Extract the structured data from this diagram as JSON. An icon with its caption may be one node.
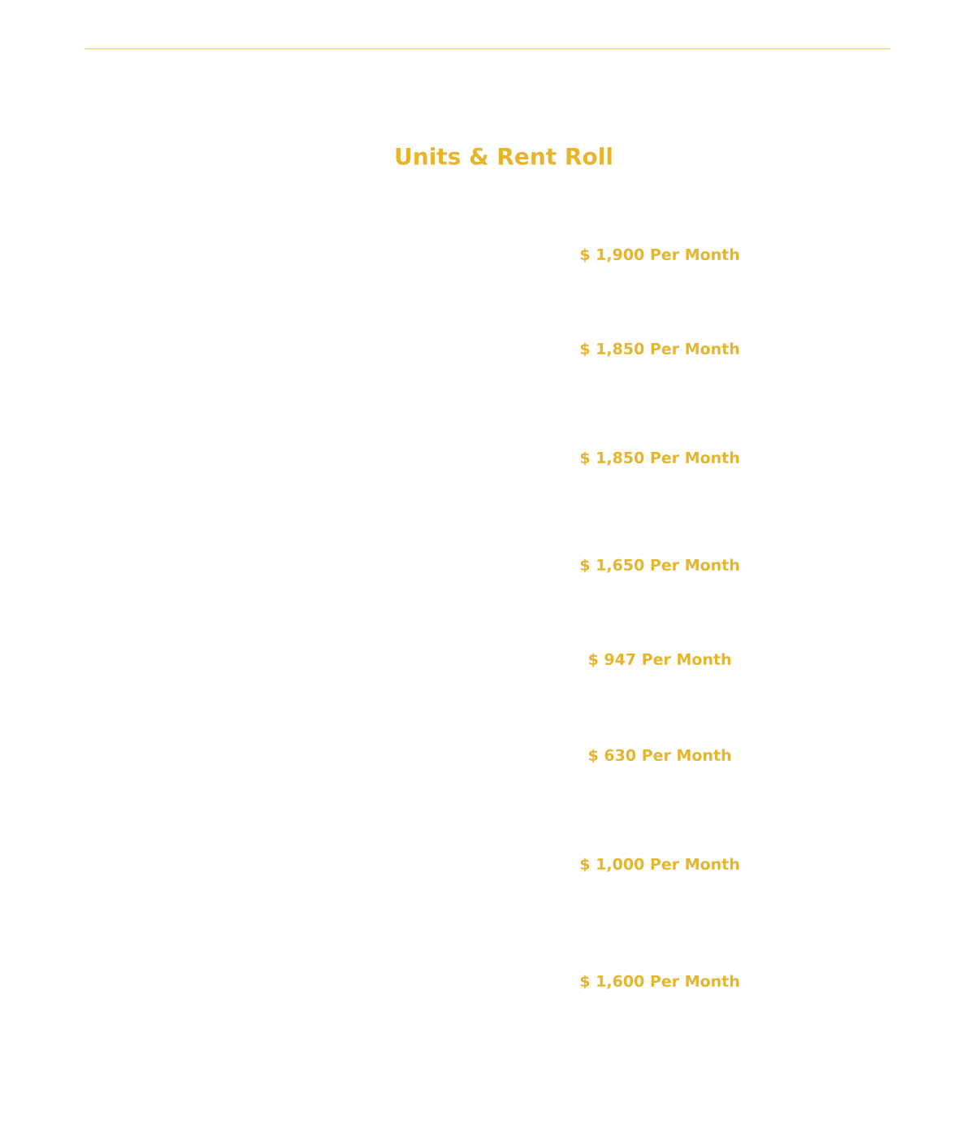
{
  "diagram": {
    "title": "Units & Rent Roll",
    "labels": [
      "$ 1,900 Per Month",
      "$ 1,850 Per Month",
      "$ 1,850 Per Month",
      "$ 1,650 Per Month",
      "$ 947 Per Month",
      "$ 630 Per Month",
      "$ 1,000 Per Month",
      "$ 1,600 Per Month"
    ]
  }
}
